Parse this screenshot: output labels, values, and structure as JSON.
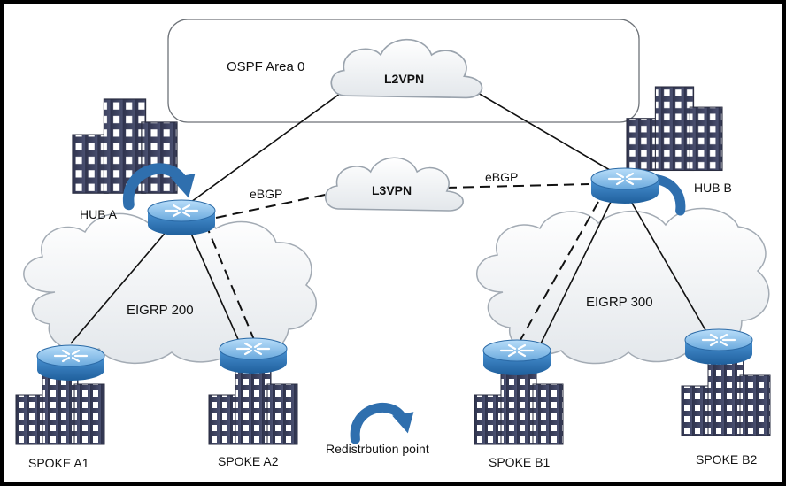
{
  "labels": {
    "ospf_area": "OSPF Area 0",
    "l2vpn": "L2VPN",
    "l3vpn": "L3VPN",
    "ebgp_left": "eBGP",
    "ebgp_right": "eBGP",
    "hub_a": "HUB A",
    "hub_b": "HUB B",
    "eigrp_left": "EIGRP 200",
    "eigrp_right": "EIGRP 300",
    "spoke_a1": "SPOKE A1",
    "spoke_a2": "SPOKE A2",
    "spoke_b1": "SPOKE B1",
    "spoke_b2": "SPOKE B2",
    "legend": "Redistrbution point"
  },
  "icons": {
    "router": "router-icon",
    "building": "building-icon",
    "cloud": "cloud-icon",
    "redistribution": "curved-arrow-icon"
  },
  "colors": {
    "frame": "#000000",
    "background": "#ffffff",
    "router_body": "#3a7fc1",
    "router_top": "#8cc4ec",
    "building": "#3a3f5c",
    "arrow": "#2f6fae",
    "cloud_fill": "#f4f6f8",
    "cloud_stroke": "#9aa3ad"
  }
}
